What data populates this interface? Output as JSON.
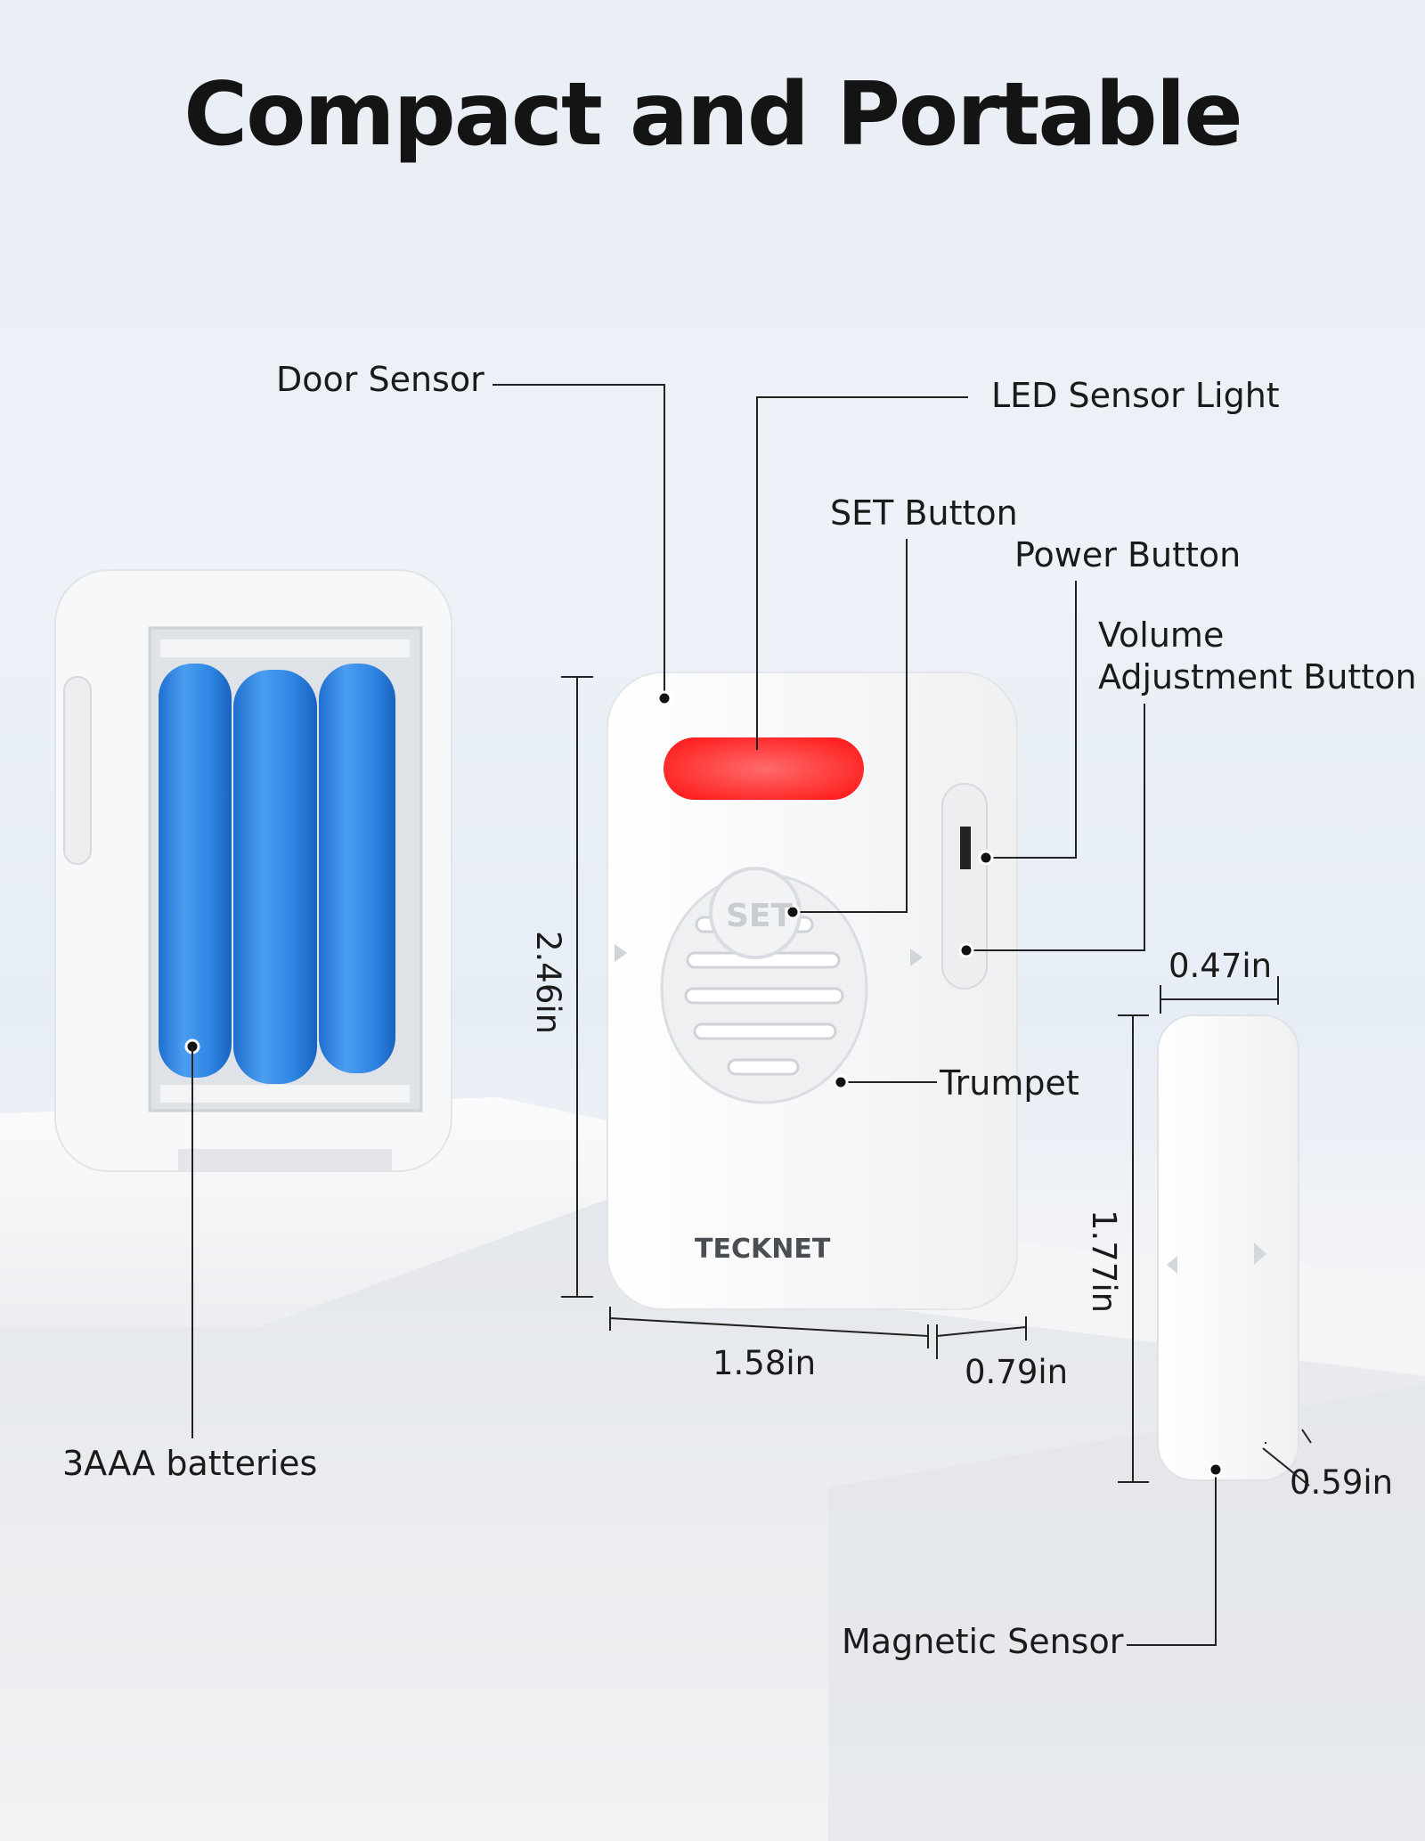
{
  "title": "Compact and Portable",
  "labels": {
    "door_sensor": "Door Sensor",
    "led_sensor_light": "LED Sensor Light",
    "set_button": "SET Button",
    "power_button": "Power Button",
    "volume_line1": "Volume",
    "volume_line2": "Adjustment Button",
    "trumpet": "Trumpet",
    "batteries": "3AAA batteries",
    "magnetic_sensor": "Magnetic Sensor"
  },
  "dimensions": {
    "height_main": "2.46in",
    "width_main": "1.58in",
    "depth_main": "0.79in",
    "width_magnet": "0.47in",
    "height_magnet": "1.77in",
    "depth_magnet": "0.59in"
  },
  "device": {
    "brand": "TECKNET",
    "set_label": "SET"
  },
  "colors": {
    "battery_blue": "#2f86e4",
    "led_red": "#ff2a2a",
    "body_white": "#f6f7f8"
  }
}
